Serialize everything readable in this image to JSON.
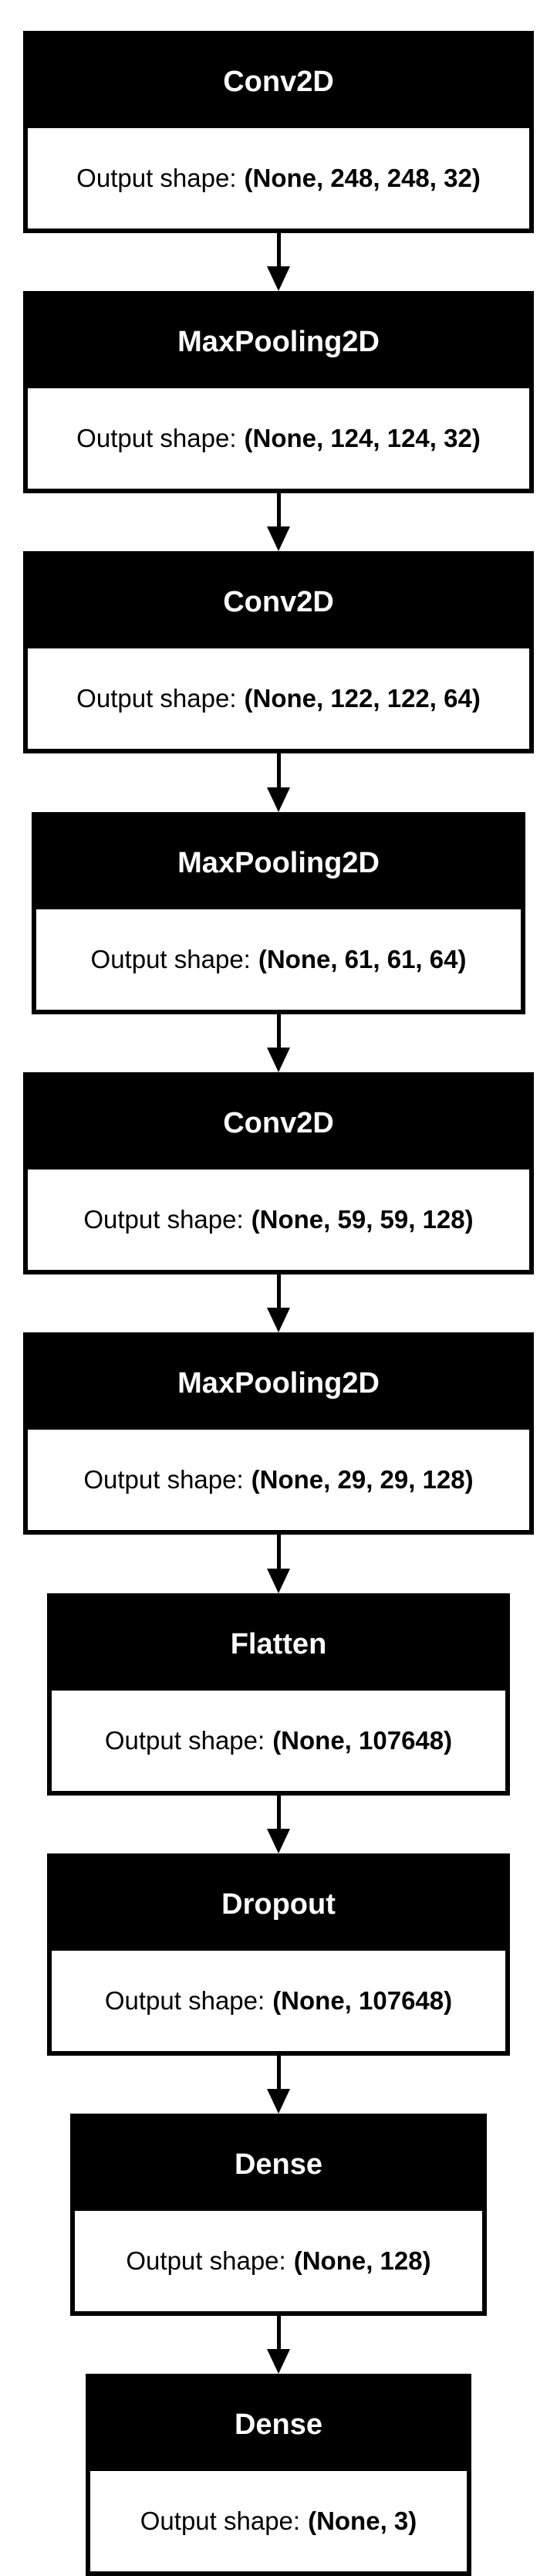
{
  "diagram": {
    "shape_label": "Output shape:",
    "layers": [
      {
        "name": "Conv2D",
        "output_shape": "(None, 248, 248, 32)"
      },
      {
        "name": "MaxPooling2D",
        "output_shape": "(None, 124, 124, 32)"
      },
      {
        "name": "Conv2D",
        "output_shape": "(None, 122, 122, 64)"
      },
      {
        "name": "MaxPooling2D",
        "output_shape": "(None, 61, 61, 64)"
      },
      {
        "name": "Conv2D",
        "output_shape": "(None, 59, 59, 128)"
      },
      {
        "name": "MaxPooling2D",
        "output_shape": "(None, 29, 29, 128)"
      },
      {
        "name": "Flatten",
        "output_shape": "(None, 107648)"
      },
      {
        "name": "Dropout",
        "output_shape": "(None, 107648)"
      },
      {
        "name": "Dense",
        "output_shape": "(None, 128)"
      },
      {
        "name": "Dense",
        "output_shape": "(None, 3)"
      }
    ]
  }
}
